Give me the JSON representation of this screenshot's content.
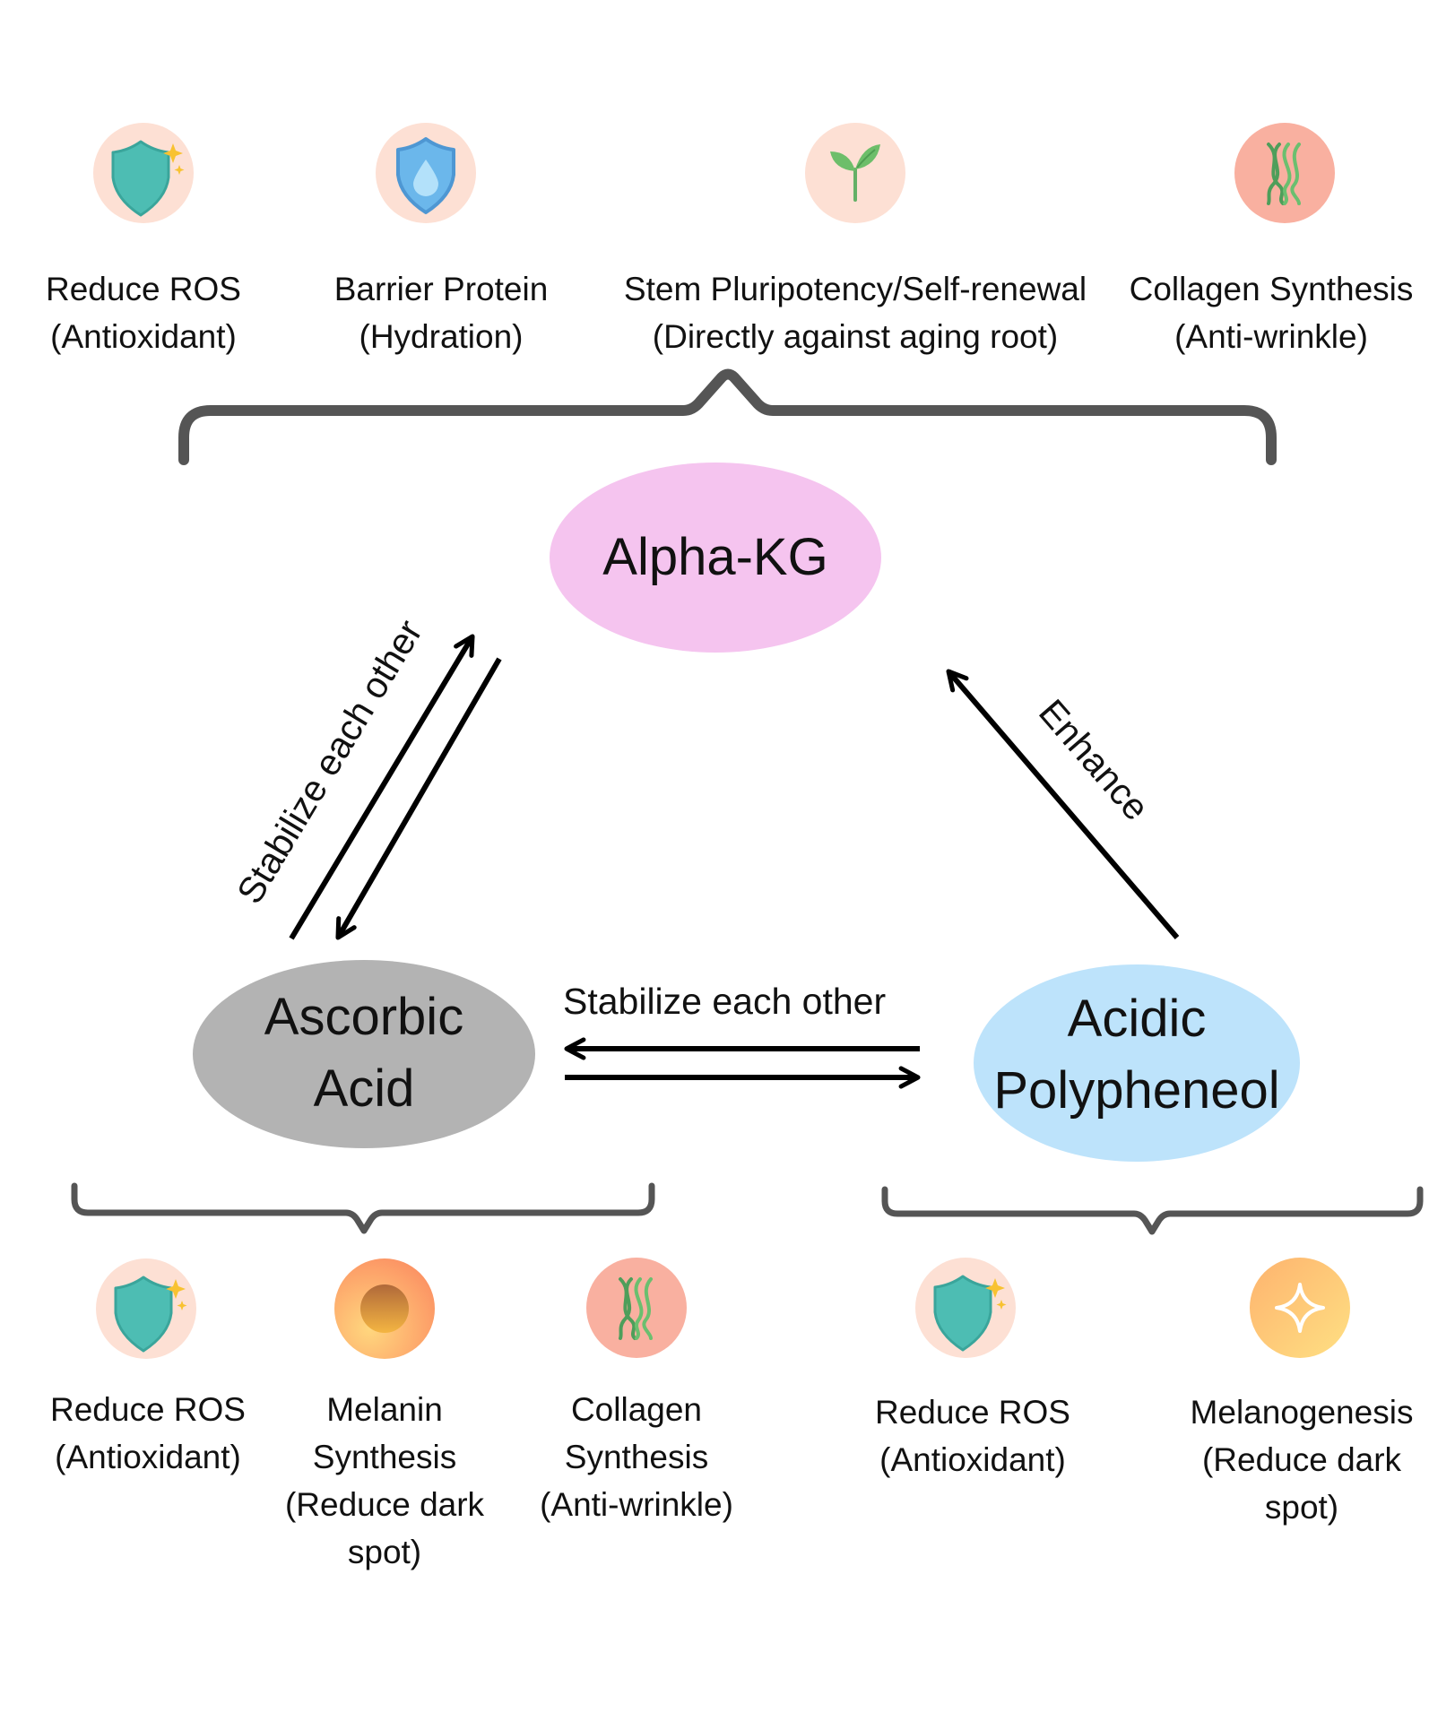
{
  "colors": {
    "bracket": "#555555",
    "arrow": "#000000",
    "alpha_kg_fill": "#F5C4EF",
    "ascorbic_fill": "#B3B3B3",
    "polyphenol_fill": "#BDE3FB",
    "icon_bg_peach": "#FDE0D4",
    "icon_bg_salmon": "#F9B0A0"
  },
  "nodes": {
    "alpha_kg": {
      "label": "Alpha-KG"
    },
    "ascorbic_acid": {
      "lines": [
        "Ascorbic",
        "Acid"
      ]
    },
    "acidic_polyphenol": {
      "lines": [
        "Acidic",
        "Polypheneol"
      ]
    }
  },
  "edges": {
    "alpha_ascorbic": {
      "label": "Stabilize each other",
      "direction": "bidirectional"
    },
    "ascorbic_polyphenol": {
      "label": "Stabilize each other",
      "direction": "bidirectional"
    },
    "polyphenol_alpha": {
      "label": "Enhance",
      "direction": "polyphenol-to-alpha-kg"
    }
  },
  "alpha_kg_benefits": [
    {
      "icon": "shield-sparkle-icon",
      "lines": [
        "Reduce ROS",
        "(Antioxidant)"
      ]
    },
    {
      "icon": "shield-water-drop-icon",
      "lines": [
        "Barrier Protein",
        "(Hydration)"
      ]
    },
    {
      "icon": "sprout-icon",
      "lines": [
        "Stem Pluripotency/Self-renewal",
        "(Directly against aging root)"
      ]
    },
    {
      "icon": "collagen-fiber-icon",
      "lines": [
        "Collagen Synthesis",
        "(Anti-wrinkle)"
      ]
    }
  ],
  "ascorbic_benefits": [
    {
      "icon": "shield-sparkle-icon",
      "lines": [
        "Reduce ROS",
        "(Antioxidant)"
      ]
    },
    {
      "icon": "melanin-cell-icon",
      "lines": [
        "Melanin",
        "Synthesis",
        "(Reduce dark",
        "spot)"
      ]
    },
    {
      "icon": "collagen-fiber-icon",
      "lines": [
        "Collagen",
        "Synthesis",
        "(Anti-wrinkle)"
      ]
    }
  ],
  "polyphenol_benefits": [
    {
      "icon": "shield-sparkle-icon",
      "lines": [
        "Reduce ROS",
        "(Antioxidant)"
      ]
    },
    {
      "icon": "sparkle-star-icon",
      "lines": [
        "Melanogenesis",
        "(Reduce dark",
        "spot)"
      ]
    }
  ]
}
